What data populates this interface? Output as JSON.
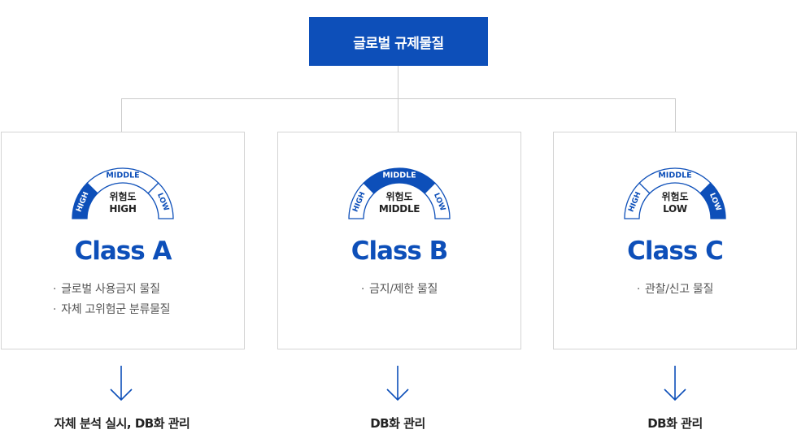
{
  "top": {
    "title": "글로벌 규제물질"
  },
  "gauge_labels": {
    "high": "HIGH",
    "middle": "MIDDLE",
    "low": "LOW"
  },
  "colors": {
    "accent": "#0d4fb9",
    "line": "#cccccc",
    "border": "#d4d4d4",
    "inactive_arc": "#ffffff"
  },
  "classes": [
    {
      "title": "Class A",
      "gauge_title": "위험도",
      "level_text": "HIGH",
      "active_segment": "high",
      "items": [
        "글로벌 사용금지 물질",
        "자체 고위험군 분류물질"
      ],
      "action": "자체 분석 실시, DB화 관리"
    },
    {
      "title": "Class B",
      "gauge_title": "위험도",
      "level_text": "MIDDLE",
      "active_segment": "middle",
      "items": [
        "금지/제한 물질"
      ],
      "action": "DB화 관리"
    },
    {
      "title": "Class C",
      "gauge_title": "위험도",
      "level_text": "LOW",
      "active_segment": "low",
      "items": [
        "관찰/신고 물질"
      ],
      "action": "DB화 관리"
    }
  ],
  "icons": {
    "arrow": "arrow-down-icon"
  }
}
